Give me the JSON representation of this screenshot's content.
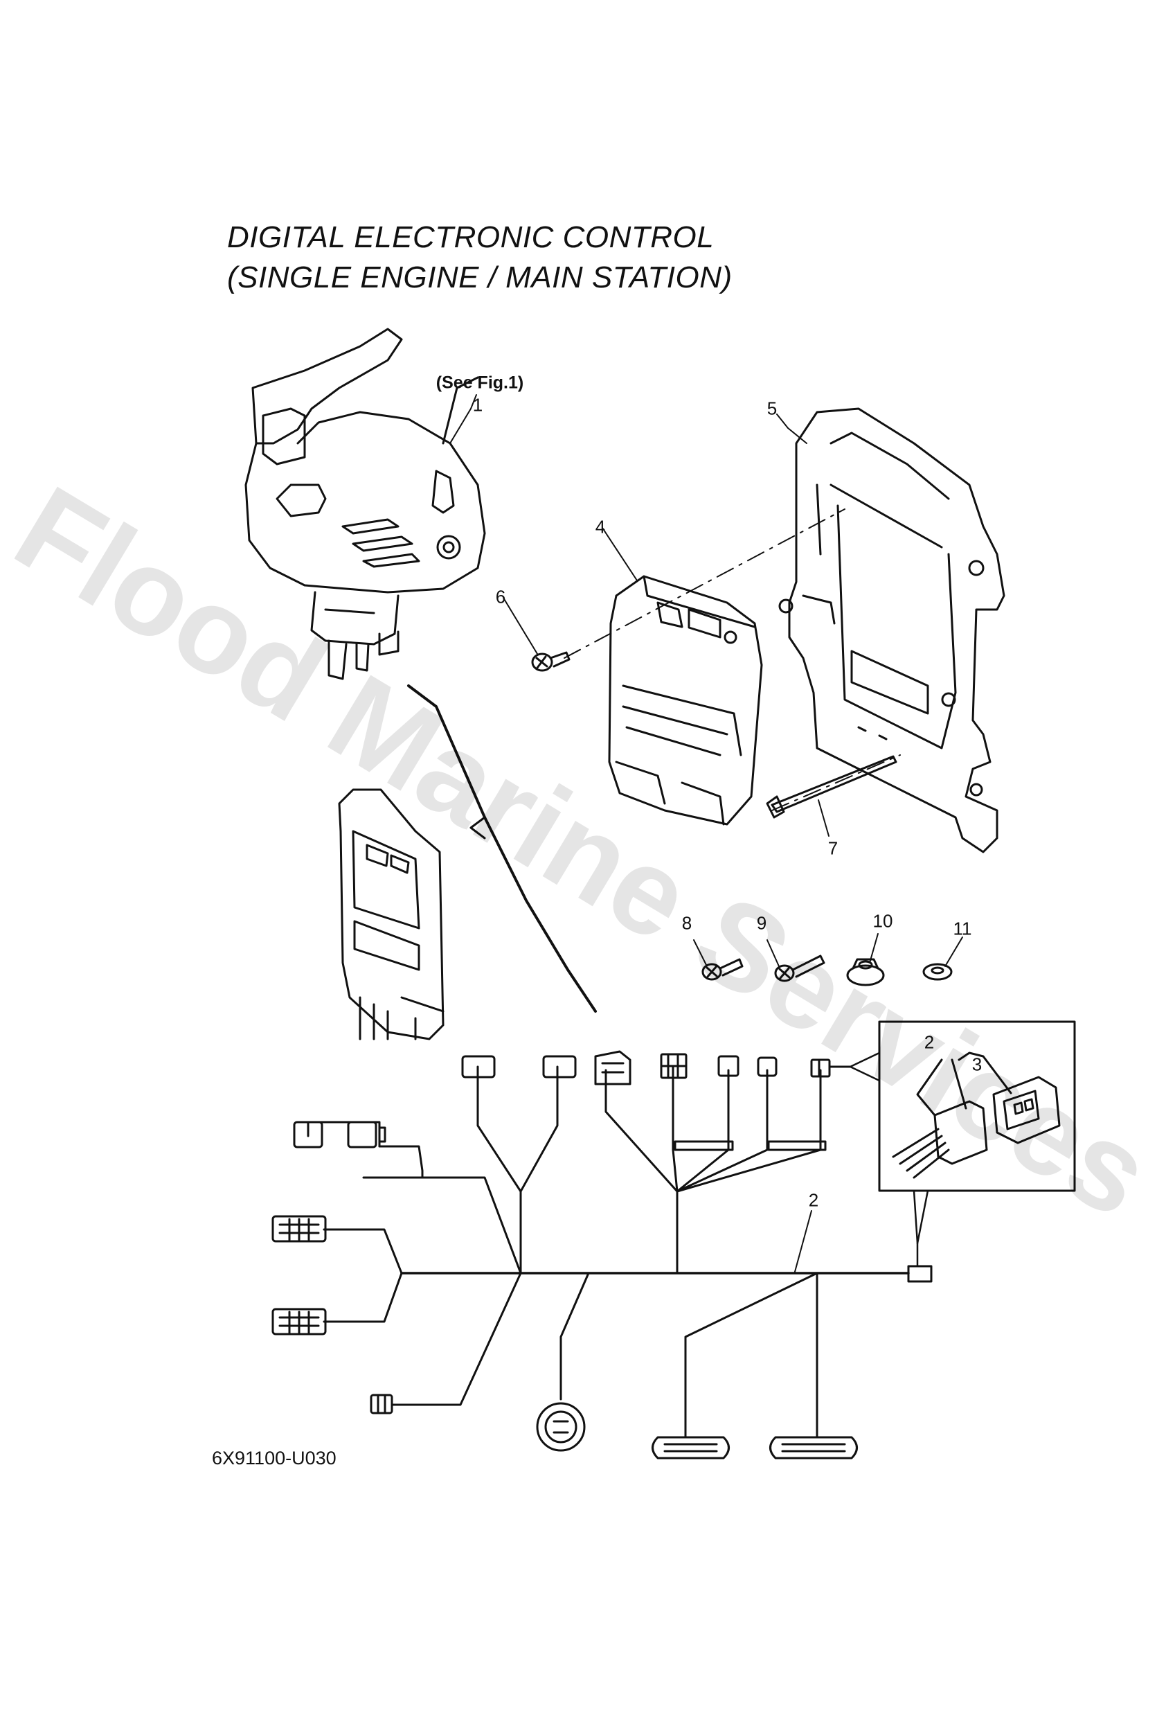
{
  "title": {
    "line1": "DIGITAL ELECTRONIC CONTROL",
    "line2": "(SINGLE ENGINE / MAIN STATION)"
  },
  "see_fig": "(See Fig.1)",
  "callouts": {
    "c1": "1",
    "c2a": "2",
    "c2b": "2",
    "c3": "3",
    "c4": "4",
    "c5": "5",
    "c6": "6",
    "c7": "7",
    "c8": "8",
    "c9": "9",
    "c10": "10",
    "c11": "11"
  },
  "part_code": "6X91100-U030",
  "watermark": "Flood Marine Services",
  "colors": {
    "ink": "#111111",
    "watermark": "#cccccc",
    "background": "#ffffff"
  }
}
